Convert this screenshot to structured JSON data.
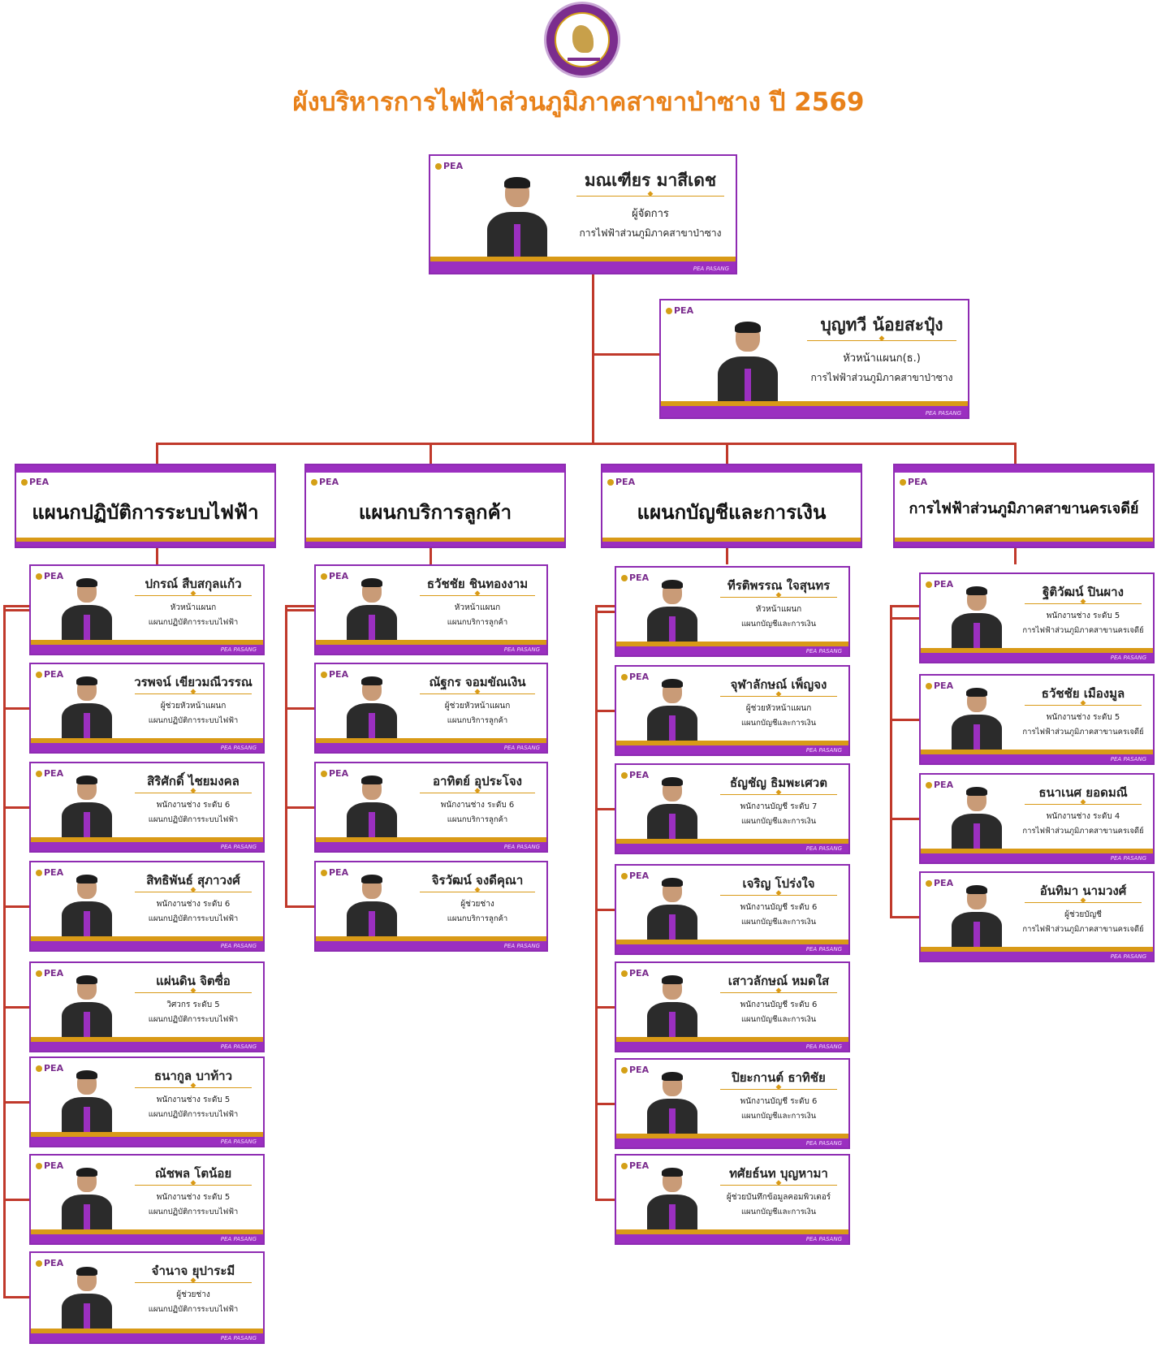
{
  "title": "ผังบริหารการไฟฟ้าส่วนภูมิภาคสาขาป่าซาง ปี 2569",
  "brand": {
    "pea": "PEA",
    "footer": "PEA PASANG",
    "accent": "#8e2bb2",
    "gold": "#d99a17",
    "line": "#c0392b",
    "title_color": "#e8811a"
  },
  "manager": {
    "name": "มณเฑียร มาสีเดช",
    "position": "ผู้จัดการ",
    "unit": "การไฟฟ้าส่วนภูมิภาคสาขาป่าซาง"
  },
  "deputy": {
    "name": "บุญทวี น้อยสะปุ๋ง",
    "position": "หัวหน้าแผนก(ธ.)",
    "unit": "การไฟฟ้าส่วนภูมิภาคสาขาป่าซาง"
  },
  "departments": [
    {
      "title": "แผนกปฏิบัติการระบบไฟฟ้า",
      "staff": [
        {
          "name": "ปกรณ์ สืบสกุลแก้ว",
          "position": "หัวหน้าแผนก",
          "unit": "แผนกปฏิบัติการระบบไฟฟ้า"
        },
        {
          "name": "วรพจน์ เขียวมณีวรรณ",
          "position": "ผู้ช่วยหัวหน้าแผนก",
          "unit": "แผนกปฏิบัติการระบบไฟฟ้า"
        },
        {
          "name": "สิริศักดิ์ ไชยมงคล",
          "position": "พนักงานช่าง ระดับ 6",
          "unit": "แผนกปฏิบัติการระบบไฟฟ้า"
        },
        {
          "name": "สิทธิพันธ์ สุภาวงศ์",
          "position": "พนักงานช่าง ระดับ 6",
          "unit": "แผนกปฏิบัติการระบบไฟฟ้า"
        },
        {
          "name": "แผ่นดิน จิตซื่อ",
          "position": "วิศวกร ระดับ 5",
          "unit": "แผนกปฏิบัติการระบบไฟฟ้า"
        },
        {
          "name": "ธนากูล บาท้าว",
          "position": "พนักงานช่าง ระดับ 5",
          "unit": "แผนกปฏิบัติการระบบไฟฟ้า"
        },
        {
          "name": "ณัชพล โตน้อย",
          "position": "พนักงานช่าง ระดับ 5",
          "unit": "แผนกปฏิบัติการระบบไฟฟ้า"
        },
        {
          "name": "จำนาจ ยุปาระมี",
          "position": "ผู้ช่วยช่าง",
          "unit": "แผนกปฏิบัติการระบบไฟฟ้า"
        }
      ]
    },
    {
      "title": "แผนกบริการลูกค้า",
      "staff": [
        {
          "name": "ธวัชชัย ชินทองงาม",
          "position": "หัวหน้าแผนก",
          "unit": "แผนกบริการลูกค้า"
        },
        {
          "name": "ณัฐกร จอมขัณเงิน",
          "position": "ผู้ช่วยหัวหน้าแผนก",
          "unit": "แผนกบริการลูกค้า"
        },
        {
          "name": "อาทิตย์ อุประโจง",
          "position": "พนักงานช่าง ระดับ 6",
          "unit": "แผนกบริการลูกค้า"
        },
        {
          "name": "จิรวัฒน์ จงดีคุณา",
          "position": "ผู้ช่วยช่าง",
          "unit": "แผนกบริการลูกค้า"
        }
      ]
    },
    {
      "title": "แผนกบัญชีและการเงิน",
      "staff": [
        {
          "name": "ทีรติพรรณ ใจสุนทร",
          "position": "หัวหน้าแผนก",
          "unit": "แผนกบัญชีและการเงิน"
        },
        {
          "name": "จุฬาลักษณ์ เพ็ญจง",
          "position": "ผู้ช่วยหัวหน้าแผนก",
          "unit": "แผนกบัญชีและการเงิน"
        },
        {
          "name": "ธัญชัญ ธิมพะเศวต",
          "position": "พนักงานบัญชี ระดับ 7",
          "unit": "แผนกบัญชีและการเงิน"
        },
        {
          "name": "เจริญ โปร่งใจ",
          "position": "พนักงานบัญชี ระดับ 6",
          "unit": "แผนกบัญชีและการเงิน"
        },
        {
          "name": "เสาวลักษณ์ หมดใส",
          "position": "พนักงานบัญชี ระดับ 6",
          "unit": "แผนกบัญชีและการเงิน"
        },
        {
          "name": "ปิยะกานต์ ธาทิชัย",
          "position": "พนักงานบัญชี ระดับ 6",
          "unit": "แผนกบัญชีและการเงิน"
        },
        {
          "name": "ทศัยธ์นท บุญหามา",
          "position": "ผู้ช่วยบันทึกข้อมูลคอมพิวเตอร์",
          "unit": "แผนกบัญชีและการเงิน"
        }
      ]
    },
    {
      "title": "การไฟฟ้าส่วนภูมิภาคสาขานครเจดีย์",
      "staff": [
        {
          "name": "ฐิติวัฒน์ ปินผาง",
          "position": "พนักงานช่าง ระดับ 5",
          "unit": "การไฟฟ้าส่วนภูมิภาคสาขานครเจดีย์"
        },
        {
          "name": "ธวัชชัย เมืองมูล",
          "position": "พนักงานช่าง ระดับ 5",
          "unit": "การไฟฟ้าส่วนภูมิภาคสาขานครเจดีย์"
        },
        {
          "name": "ธนาเนศ ยอดมณี",
          "position": "พนักงานช่าง ระดับ 4",
          "unit": "การไฟฟ้าส่วนภูมิภาคสาขานครเจดีย์"
        },
        {
          "name": "อันทิมา นามวงศ์",
          "position": "ผู้ช่วยบัญชี",
          "unit": "การไฟฟ้าส่วนภูมิภาคสาขานครเจดีย์"
        }
      ]
    }
  ]
}
